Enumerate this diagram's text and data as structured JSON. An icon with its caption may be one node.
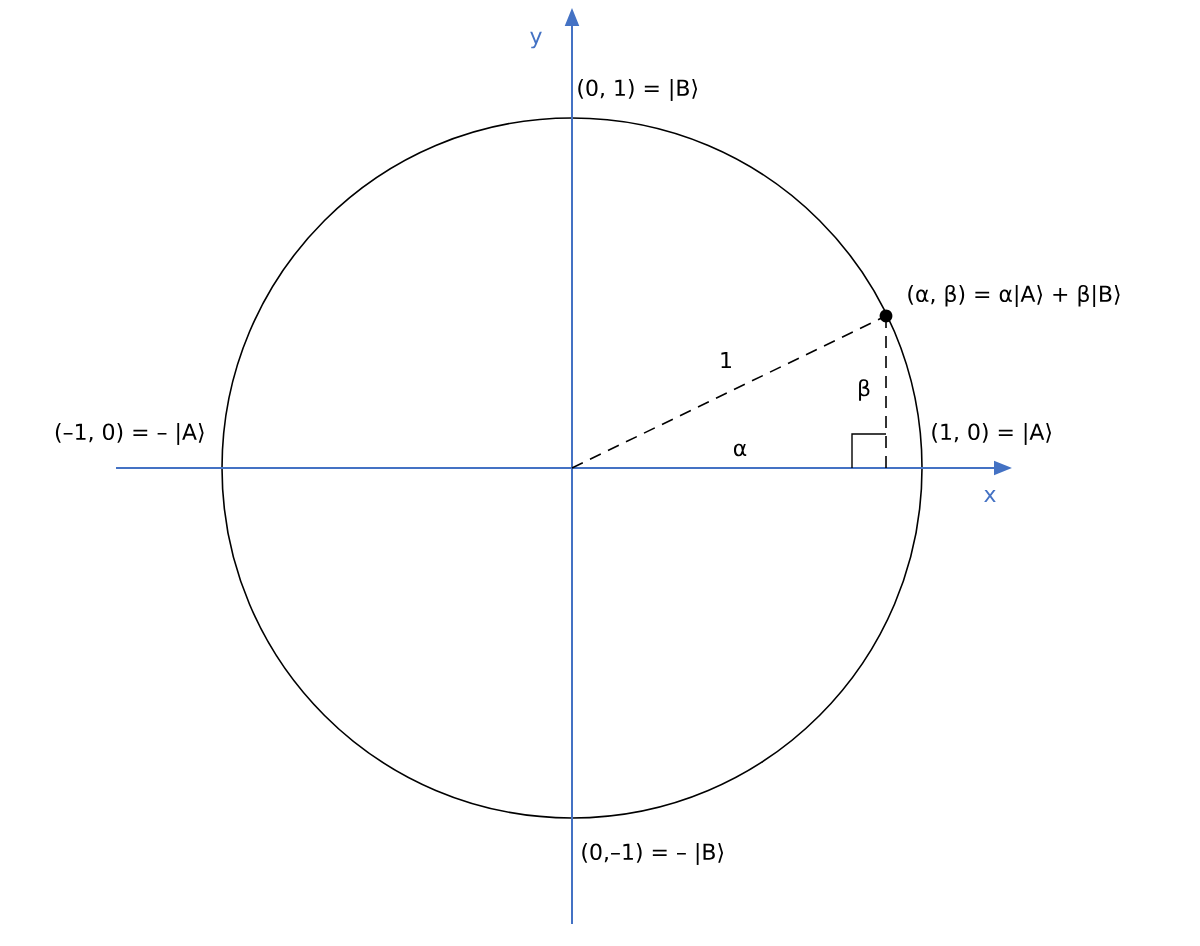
{
  "diagram": {
    "labels": [
      "y",
      "(0, 1) = |B⟩",
      "(α, β) = α|A⟩ + β|B⟩",
      "1",
      "β",
      "(–1, 0) = – |A⟩",
      "α",
      "(1, 0)  = |A⟩",
      "x",
      "(0,–1) = – |B⟩"
    ]
  }
}
